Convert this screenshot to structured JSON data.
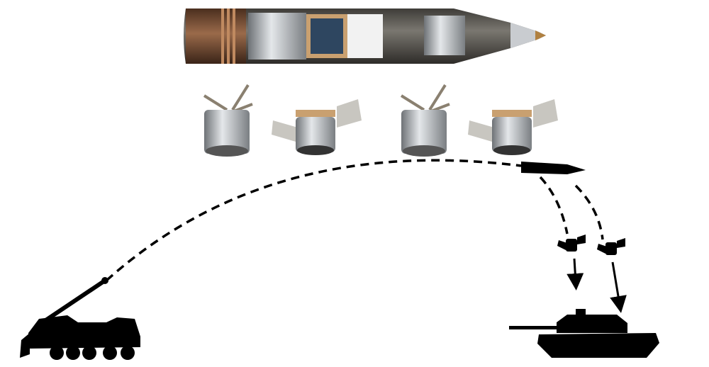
{
  "colors": {
    "background": "#ffffff",
    "silhouette": "#000000",
    "shell_body": "#5c5a55",
    "shell_copper": "#8a5a3c",
    "metal": "#b8bcc0",
    "fins": "#9a9080"
  },
  "icons": {
    "shell": "artillery-shell-cutaway",
    "submunition": "submunition-canister",
    "howitzer": "self-propelled-howitzer",
    "tank": "tank-silhouette"
  }
}
